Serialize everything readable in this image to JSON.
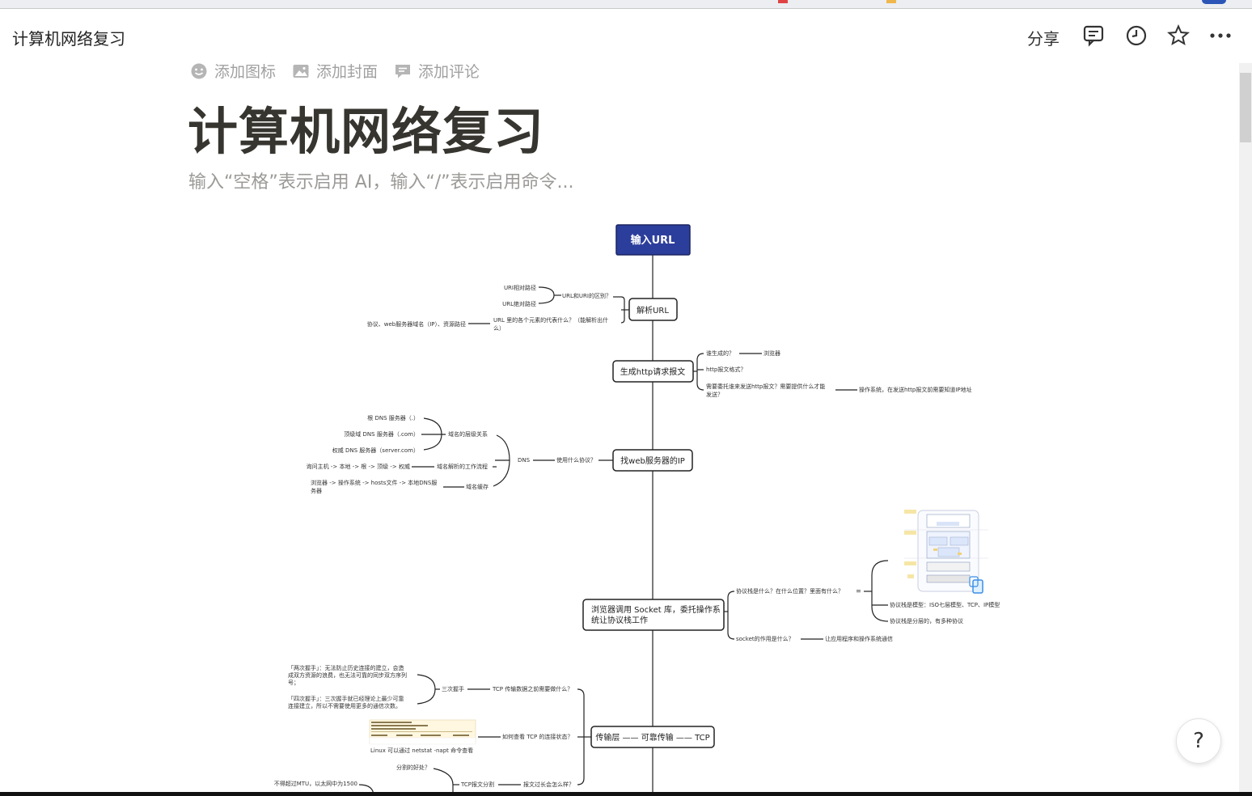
{
  "topbar": {
    "doc_title": "计算机网络复习",
    "share_label": "分享",
    "icons": [
      "comment-icon",
      "history-icon",
      "star-icon",
      "more-icon"
    ]
  },
  "page": {
    "actions": [
      "添加图标",
      "添加封面",
      "添加评论"
    ],
    "title": "计算机网络复习",
    "placeholder": "输入“空格”表示启用 AI，输入“/”表示启用命令..."
  },
  "mindmap": {
    "root": "输入URL",
    "main_nodes": [
      "解析URL",
      "生成http请求报文",
      "找web服务器的IP",
      "浏览器调用 Socket 库，委托操作系",
      "统让协议栈工作",
      "传输层 —— 可靠传输 —— TCP"
    ],
    "url_branch": {
      "q1": "URL和URI的区别？",
      "q1_children": [
        "URI相对路径",
        "URL绝对路径"
      ],
      "q2_line1": "URL 里的各个元素的代表什么？（能解析出什",
      "q2_line2": "么）",
      "q2_child": "协议、web服务器域名（IP）、资源路径"
    },
    "http_branch": {
      "q1": "谁生成的？",
      "a1": "浏览器",
      "q2": "http报文格式？",
      "q3_line1": "需要委托谁来发送http报文？需要提供什么才能",
      "q3_line2": "发送？",
      "a3": "操作系统，在发送http报文前需要知道IP地址"
    },
    "dns_branch": {
      "q": "使用什么协议？",
      "protocol": "DNS",
      "sub": [
        "域名的层级关系",
        "域名解析的工作流程",
        "域名缓存"
      ],
      "hierarchy": [
        "根 DNS 服务器（.）",
        "顶级域 DNS 服务器（.com）",
        "权威 DNS 服务器（server.com）"
      ],
      "flow": "询问主机 -> 本地 -> 根 -> 顶级 -> 权威",
      "cache_line1": "浏览器 -> 操作系统 -> hosts文件 -> 本地DNS服",
      "cache_line2": "务器"
    },
    "socket_branch": {
      "q1": "协议栈是什么？在什么位置？里面有什么？",
      "a1": "协议栈是模型：ISO七层模型、TCP、IP模型",
      "a2": "协议栈是分层的，有多种协议",
      "q2": "socket的作用是什么？",
      "a3": "让应用程序和操作系统通信"
    },
    "tcp_branch": {
      "q1": "TCP 传输数据之前需要做什么？",
      "handshake": "三次握手",
      "two_line1": "「两次握手」：无法防止历史连接的建立，会造",
      "two_line2": "成双方资源的浪费，也无法可靠的同步双方序列",
      "two_line3": "号；",
      "four_line1": "「四次握手」：三次握手就已经理论上最少可靠",
      "four_line2": "连接建立，所以不需要使用更多的通信次数。",
      "q2": "如何查看 TCP 的连接状态？",
      "netstat_caption": "Linux 可以通过 netstat -napt 命令查看",
      "q3": "报文过长会怎么样？",
      "split": "TCP报文分割",
      "split_benefit": "分割的好处？",
      "mtu": "不得超过MTU，以太网中为1500"
    }
  },
  "help_label": "?"
}
